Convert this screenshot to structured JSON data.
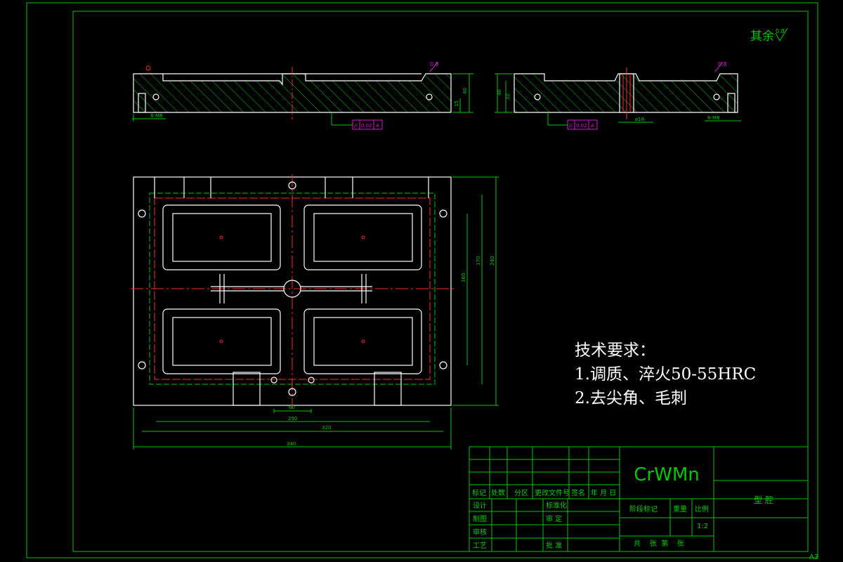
{
  "roughness": {
    "prefix": "其余",
    "value": "0.8",
    "local": "0.8"
  },
  "section_dims": {
    "left_hole": "6-M8",
    "left_height": "40",
    "left_step": "15",
    "right_left_h1": "40",
    "right_left_h2": "32",
    "right_hole": "6-M8",
    "right_bore": "ø18",
    "flatness_sym": "//",
    "flatness_val": "0.02",
    "flatness_datum": "A"
  },
  "plan_dims": {
    "d60": "60",
    "d290": "290",
    "d320": "320",
    "d340": "340",
    "d160": "160",
    "d170": "170",
    "d240": "240"
  },
  "tech": {
    "title": "技术要求：",
    "item1": "1.调质、淬火50-55HRC",
    "item2": "2.去尖角、毛刺"
  },
  "title_block": {
    "material": "CrWMn",
    "part_name": "型 腔",
    "row_labels": [
      "标记",
      "处数",
      "分区",
      "更改文件号",
      "签名",
      "年 月 日"
    ],
    "left_labels": [
      "设计",
      "制图",
      "审核",
      "工艺"
    ],
    "mid_labels": [
      "标准化",
      "审 定",
      "批 准"
    ],
    "stage_labels": [
      "阶段标记",
      "重量",
      "比例"
    ],
    "scale": "1:2",
    "sheet_text": "共    张  第    张",
    "sheet_size": "A3"
  }
}
